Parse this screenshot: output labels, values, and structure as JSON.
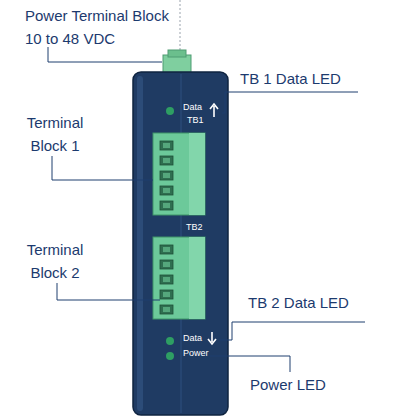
{
  "diagram": {
    "labels": [
      "Power Terminal Block 10 to 48 VDC",
      "TB 1 Data LED",
      "Data",
      "TB1",
      "Terminal Block 1",
      "TB2",
      "Terminal Block 2",
      "TB 2 Data LED",
      "Data",
      "Power",
      "Power LED"
    ]
  }
}
